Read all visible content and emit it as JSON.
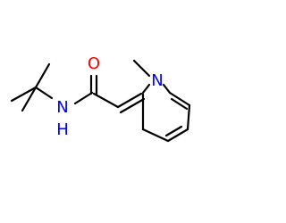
{
  "molecule": {
    "atoms": {
      "oxygen": {
        "symbol": "O",
        "color": "#ff0000"
      },
      "amide_nitrogen": {
        "symbol": "N",
        "color": "#0000ff"
      },
      "amide_hydrogen": {
        "symbol": "H",
        "color": "#0000ff"
      },
      "ring_nitrogen": {
        "symbol": "N",
        "color": "#0000ff"
      }
    },
    "bond_color": "#000000"
  }
}
